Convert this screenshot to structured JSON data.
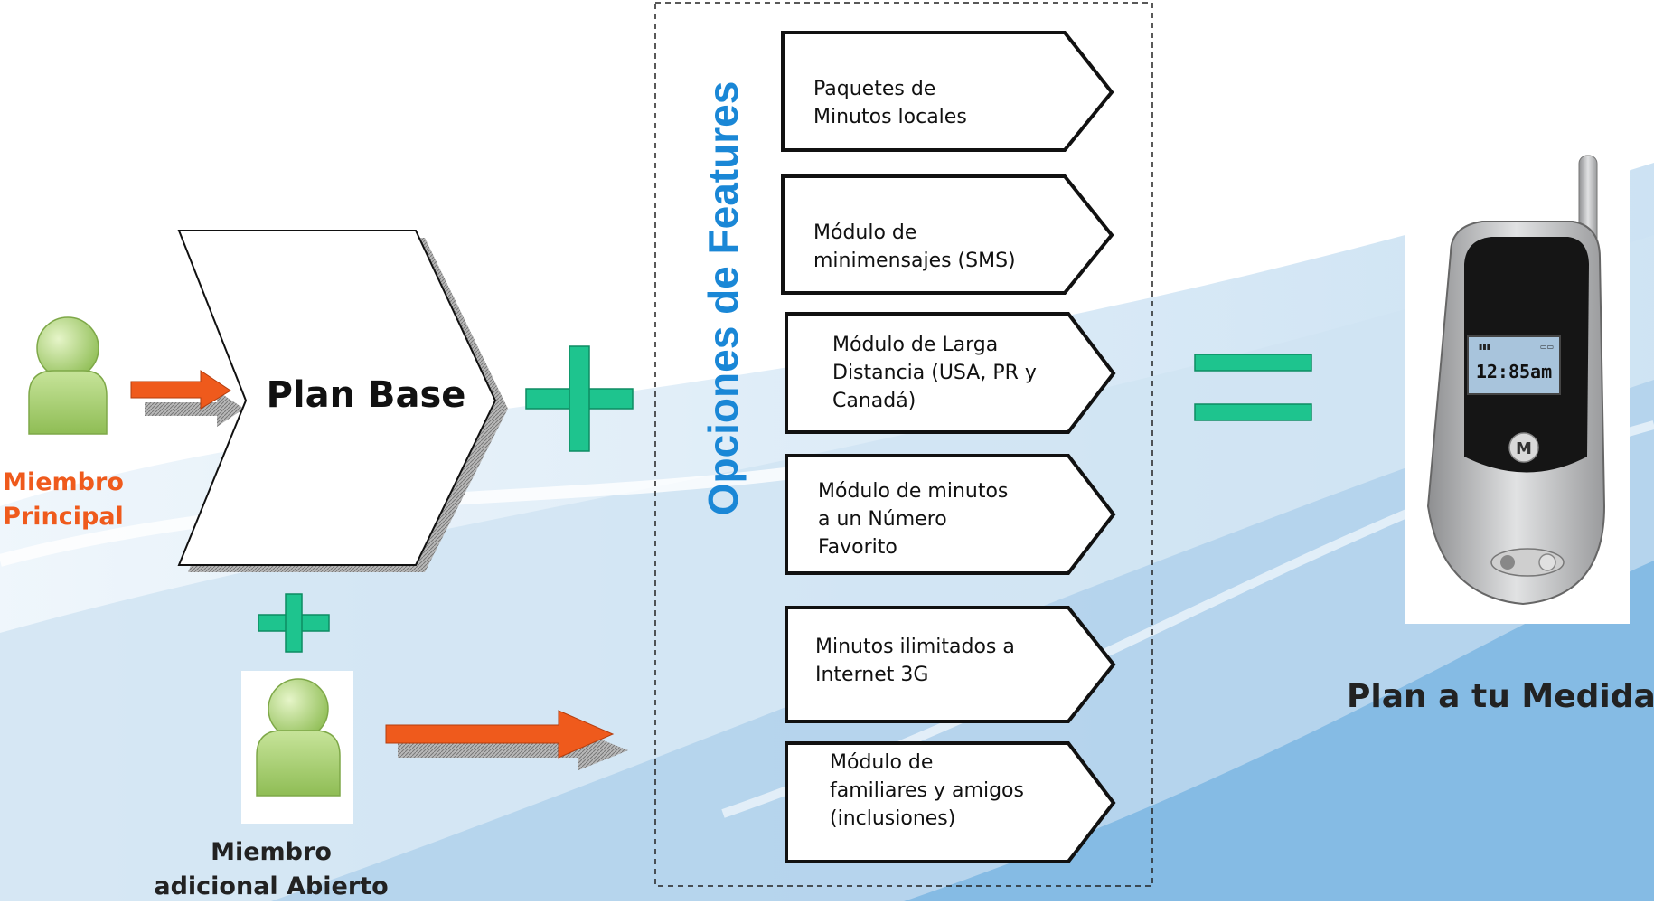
{
  "members": {
    "main_label_line1": "Miembro",
    "main_label_line2": "Principal",
    "additional_label_line1": "Miembro",
    "additional_label_line2": "adicional Abierto"
  },
  "plan_base": {
    "label": "Plan Base"
  },
  "features": {
    "title": "Opciones de Features",
    "options": [
      {
        "lines": [
          "Paquetes de",
          "Minutos locales"
        ]
      },
      {
        "lines": [
          "Módulo de",
          "minimensajes (SMS)"
        ]
      },
      {
        "lines": [
          "Módulo de Larga",
          "Distancia (USA, PR y",
          "Canadá)"
        ]
      },
      {
        "lines": [
          "Módulo de minutos",
          "a un Número",
          "Favorito"
        ]
      },
      {
        "lines": [
          "Minutos ilimitados a",
          "Internet 3G"
        ]
      },
      {
        "lines": [
          "Módulo de",
          "familiares y amigos",
          "(inclusiones)"
        ]
      }
    ]
  },
  "result": {
    "label": "Plan a tu Medida"
  },
  "phone_screen_time": "12:85am",
  "phone_brand_glyph": "M",
  "colors": {
    "plus_equals": "#1ec48e",
    "arrow": "#ef5a1c",
    "feature_title": "#1a87d6",
    "member_main": "#ef5a1c",
    "person": "#a6cf6b"
  }
}
